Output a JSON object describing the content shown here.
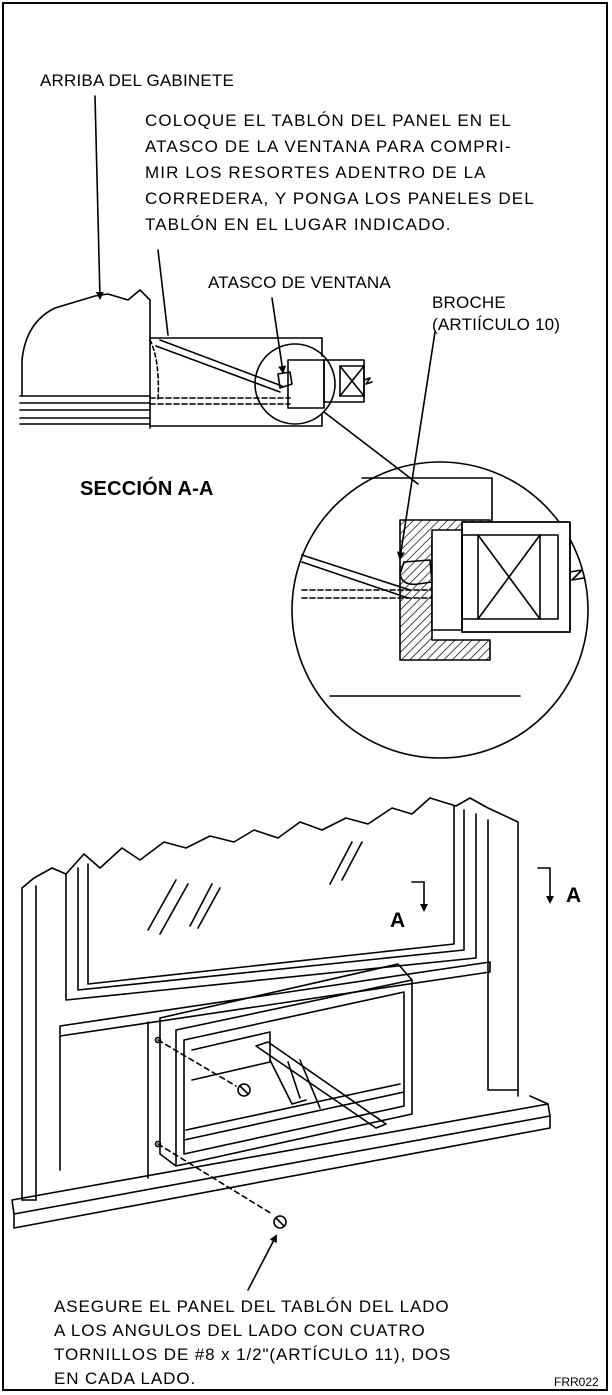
{
  "labels": {
    "arriba": "ARRIBA DEL GABINETE",
    "instruction_top": [
      "COLOQUE EL TABLÓN DEL PANEL EN EL",
      "ATASCO DE LA VENTANA PARA COMPRI-",
      "MIR LOS RESORTES ADENTRO DE LA",
      "CORREDERA, Y PONGA LOS PANELES DEL",
      "TABLÓN EN EL LUGAR INDICADO."
    ],
    "atasco": "ATASCO DE VENTANA",
    "broche_1": "BROCHE",
    "broche_2": "(ARTIÍCULO  10)",
    "seccion": "SECCIÓN A-A",
    "section_mark_a": "A",
    "section_mark_b": "A",
    "instruction_bottom": [
      "ASEGURE EL PANEL DEL TABLÓN  DEL  LADO",
      "A LOS ANGULOS DEL LADO CON CUATRO",
      "TORNILLOS DE #8 x 1/2\"(ARTÍCULO 11), DOS",
      "EN CADA LADO."
    ],
    "figure_code": "FRR022"
  }
}
